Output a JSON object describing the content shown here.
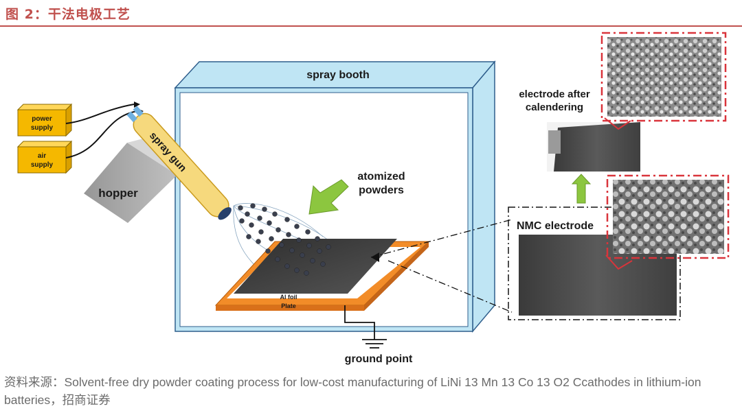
{
  "figure_title": "图 2：干法电极工艺",
  "diagram": {
    "labels": {
      "spray_booth": "spray booth",
      "power_supply": [
        "power",
        "supply"
      ],
      "air_supply": [
        "air",
        "supply"
      ],
      "spray_gun": "spray gun",
      "hopper": "hopper",
      "atomized_powders": [
        "atomized",
        "powders"
      ],
      "al_foil": "Al foil",
      "plate": "Plate",
      "ground_point": "ground point",
      "electrode_after_calendering": [
        "electrode after",
        "calendering"
      ],
      "nmc_electrode": "NMC electrode"
    },
    "colors": {
      "booth_front": "#ffffff",
      "booth_side": "#bfe5f4",
      "booth_outline": "#2f5e8c",
      "supply_box": "#f5b800",
      "spray_gun": "#f6d97d",
      "hopper": "#9c9c9c",
      "plate": "#f28c28",
      "foil": "#4a4a4a",
      "arrow_green": "#8cc63f",
      "sem_frame": "#d9343b"
    }
  },
  "source_note": "资料来源：Solvent-free dry powder coating process for low-cost manufacturing of LiNi 13 Mn 13 Co 13 O2 Ccathodes in lithium-ion batteries，招商证券"
}
